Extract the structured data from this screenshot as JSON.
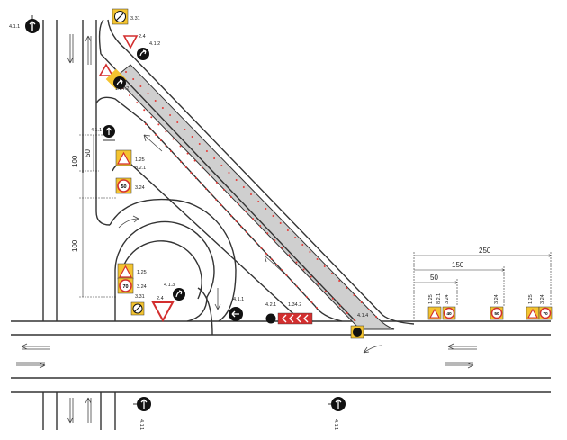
{
  "colors": {
    "road_edge": "#333333",
    "pavement": "#ffffff",
    "island_fill": "#cfcfcf",
    "delineator": "#e53935",
    "sign_yellow": "#f4c430",
    "sign_red": "#d32f2f",
    "sign_blue": "#1d4f91",
    "mandatory_black": "#111111"
  },
  "sign_codes": {
    "top_left_4_1_1": "4.1.1",
    "top_3_31": "3.31",
    "top_1_34_2": "1.34.2",
    "upper_left_4_1_1": "4.1.1",
    "left_1_25": "1.25",
    "left_8_2_1": "8.2.1",
    "left_3_24": "3.24",
    "loop_1_25": "1.25",
    "loop_3_24": "3.24",
    "loop_3_31": "3.31",
    "loop_2_4": "2.4",
    "loop_4_1_3": "4.1.3",
    "ramp_4_1_1": "4.1.1",
    "ramp_4_2_1": "4.2.1",
    "ramp_1_34_2": "1.34.2",
    "junction_4_1_4": "4.1.4",
    "right_1_25": "1.25",
    "right_8_2_1": "8.2.1",
    "right_3_24": "3.24",
    "right2_3_24": "3.24",
    "right3_1_25": "1.25",
    "right3_3_24": "3.24",
    "bottom_4_1_1_a": "4.1.1",
    "bottom_4_1_1_b": "4.1.1",
    "top_2_4": "2.4",
    "top_4_1_2": "4.1.2"
  },
  "speed_values": {
    "left_50": "50",
    "loop_70": "70",
    "right_40": "40",
    "right_50": "50",
    "right_70": "70"
  },
  "dimensions": {
    "d250": "250",
    "d150": "150",
    "d50": "50",
    "v100_top": "100",
    "v50": "50",
    "v100_bottom": "100"
  }
}
